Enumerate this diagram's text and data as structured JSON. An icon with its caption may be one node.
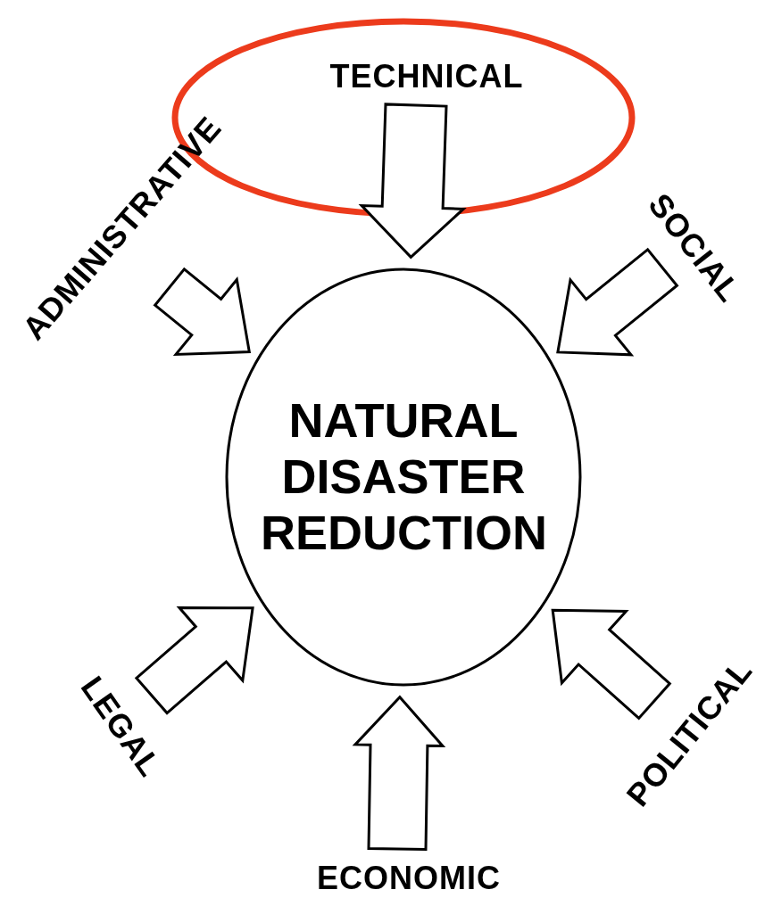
{
  "diagram": {
    "nodes": [
      {
        "text": [
          "TECHNICAL"
        ]
      },
      {
        "text": [
          "ADMINISTRATIVE"
        ]
      },
      {
        "text": [
          "SOCIAL"
        ]
      },
      {
        "text": [
          "NATURAL DISASTER REDUCTION"
        ]
      },
      {
        "text": [
          "LEGAL"
        ]
      },
      {
        "text": [
          "POLITICAL"
        ]
      },
      {
        "text": [
          "ECONOMIC"
        ]
      }
    ],
    "edges": [
      {
        "from": 0,
        "to": 3,
        "arrow": "to"
      },
      {
        "from": 1,
        "to": 3,
        "arrow": "to"
      },
      {
        "from": 2,
        "to": 3,
        "arrow": "to"
      },
      {
        "from": 4,
        "to": 3,
        "arrow": "to"
      },
      {
        "from": 5,
        "to": 3,
        "arrow": "to"
      },
      {
        "from": 6,
        "to": 3,
        "arrow": "to"
      }
    ]
  }
}
